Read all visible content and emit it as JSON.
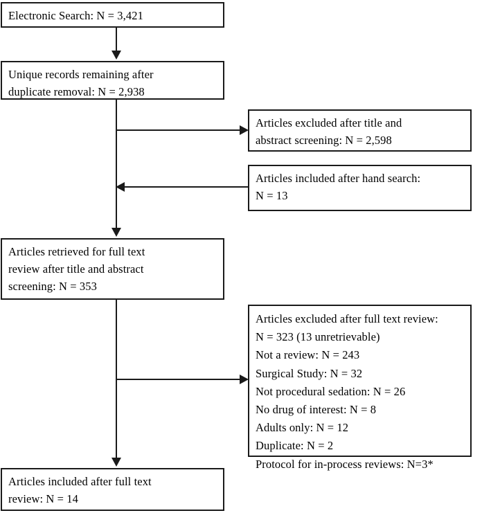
{
  "diagram": {
    "title": "Study selection flow diagram",
    "type": "flowchart",
    "stroke_color": "#1a1a1a",
    "background_color": "#ffffff",
    "nodes": {
      "electronic_search": "Electronic Search: N = 3,421",
      "unique_records": "Unique records remaining after\nduplicate removal: N = 2,938",
      "excluded_title_abstract": "Articles excluded after title and\nabstract screening: N = 2,598",
      "included_hand_search": "Articles included after hand search:\nN = 13",
      "retrieved_full_text": "Articles retrieved for full text\nreview after title and abstract\nscreening: N = 353",
      "excluded_full_text": "Articles excluded after full text review:\nN = 323 (13 unretrievable)\n  Not a review: N = 243\n  Surgical Study: N = 32\n  Not procedural sedation: N = 26\n  No drug of interest: N = 8\n  Adults only: N = 12\n  Duplicate: N = 2\n  Protocol for in-process reviews: N=3*",
      "included_full_text": "Articles included after full text\nreview: N = 14"
    },
    "counts": {
      "electronic_search": 3421,
      "unique_records": 2938,
      "excluded_title_abstract": 2598,
      "included_hand_search": 13,
      "retrieved_full_text": 353,
      "excluded_full_text_total": 323,
      "excluded_unretrievable": 13,
      "not_a_review": 243,
      "surgical_study": 32,
      "not_procedural_sedation": 26,
      "no_drug_of_interest": 8,
      "adults_only": 12,
      "duplicate": 2,
      "protocol_in_process_reviews": 3,
      "included_full_text": 14
    }
  }
}
